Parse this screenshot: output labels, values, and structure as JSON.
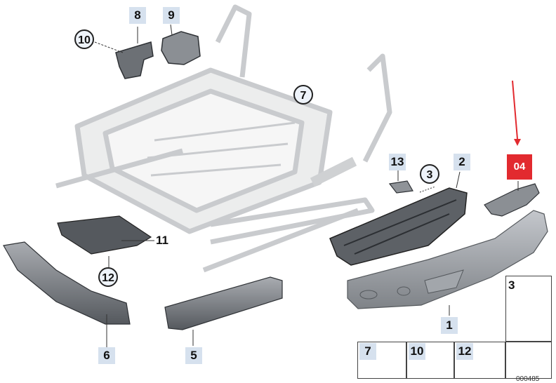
{
  "callouts": {
    "c1": "1",
    "c2": "2",
    "c3_group": "3",
    "c3_legend": "3",
    "c5": "5",
    "c6": "6",
    "c7_frame": "7",
    "c7_legend": "7",
    "c8": "8",
    "c9": "9",
    "c10_top": "10",
    "c10_legend": "10",
    "c11": "11",
    "c12_left": "12",
    "c12_legend": "12",
    "c13": "13",
    "c04": "04"
  },
  "drawing_id": "000485",
  "colors": {
    "highlight": "#e22a2f",
    "label_bg": "#d6e1ee",
    "part_gray": "#8a8d92",
    "frame_gray": "#d7d9dc"
  }
}
